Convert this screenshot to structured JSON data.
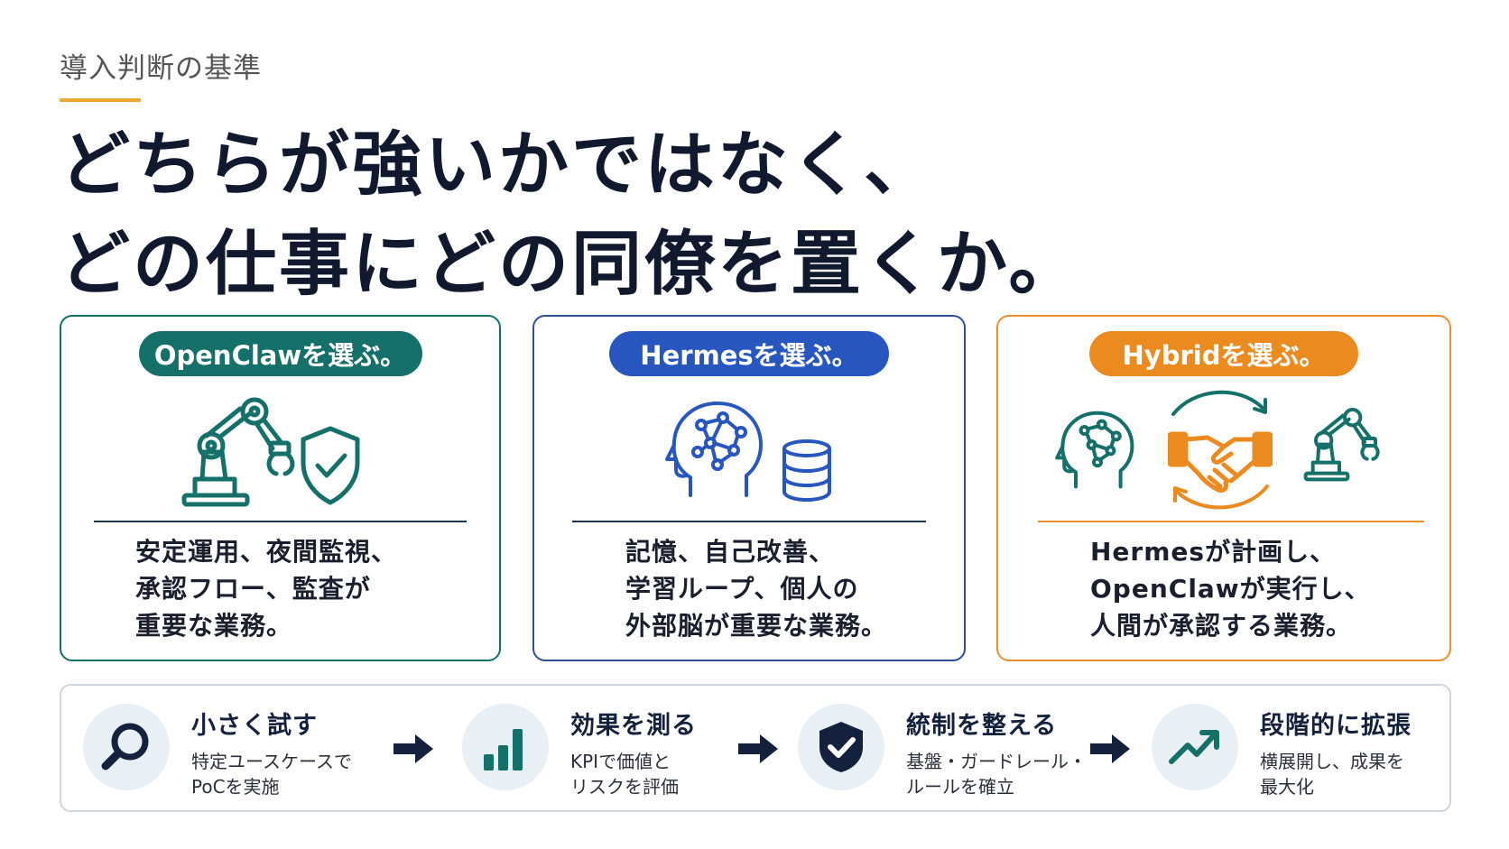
{
  "eyebrow": "導入判断の基準",
  "headline": {
    "line1": "どちらが強いかではなく、",
    "line2": "どの仕事にどの同僚を置くか。"
  },
  "colors": {
    "openclaw": "#16706a",
    "hermes": "#2856bf",
    "hybrid": "#ea8a1f",
    "navy": "#14213d",
    "accent_bar": "#f0a830"
  },
  "cards": [
    {
      "label": "OpenClawを選ぶ。",
      "icons": [
        "robot-arm-icon",
        "shield-check-icon"
      ],
      "lines": [
        "安定運用、夜間監視、",
        "承認フロー、監査が",
        "重要な業務。"
      ]
    },
    {
      "label": "Hermesを選ぶ。",
      "icons": [
        "brain-head-icon",
        "database-icon"
      ],
      "lines": [
        "記憶、自己改善、",
        "学習ループ、個人の",
        "外部脳が重要な業務。"
      ]
    },
    {
      "label": "Hybridを選ぶ。",
      "icons": [
        "brain-head-icon",
        "handshake-icon",
        "cycle-arrows-icon",
        "robot-arm-icon"
      ],
      "lines": [
        "Hermesが計画し、",
        "OpenClawが実行し、",
        "人間が承認する業務。"
      ]
    }
  ],
  "steps": [
    {
      "icon": "magnifier-icon",
      "title": "小さく試す",
      "sub": [
        "特定ユースケースで",
        "PoCを実施"
      ]
    },
    {
      "icon": "bar-chart-icon",
      "title": "効果を測る",
      "sub": [
        "KPIで価値と",
        "リスクを評価"
      ]
    },
    {
      "icon": "shield-check-icon",
      "title": "統制を整える",
      "sub": [
        "基盤・ガードレール・",
        "ルールを確立"
      ]
    },
    {
      "icon": "trend-up-icon",
      "title": "段階的に拡張",
      "sub": [
        "横展開し、成果を",
        "最大化"
      ]
    }
  ]
}
